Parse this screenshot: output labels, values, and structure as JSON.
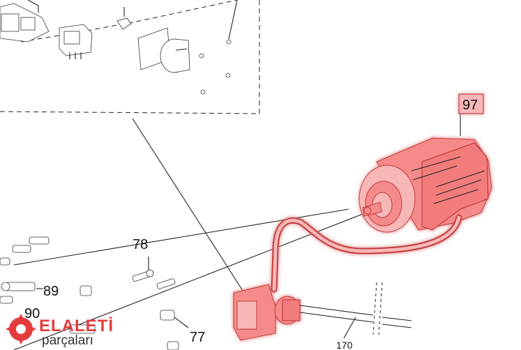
{
  "labels": {
    "highlight": "97",
    "p78": "78",
    "p89": "89",
    "p90": "90",
    "p77": "77",
    "p170": "170"
  },
  "watermark": {
    "main": "ELALETİ",
    "sub": "parçaları"
  },
  "colors": {
    "highlight": "#f58a8a",
    "highlight_stroke": "#c23a3a",
    "logo_red": "#e43c3c"
  }
}
